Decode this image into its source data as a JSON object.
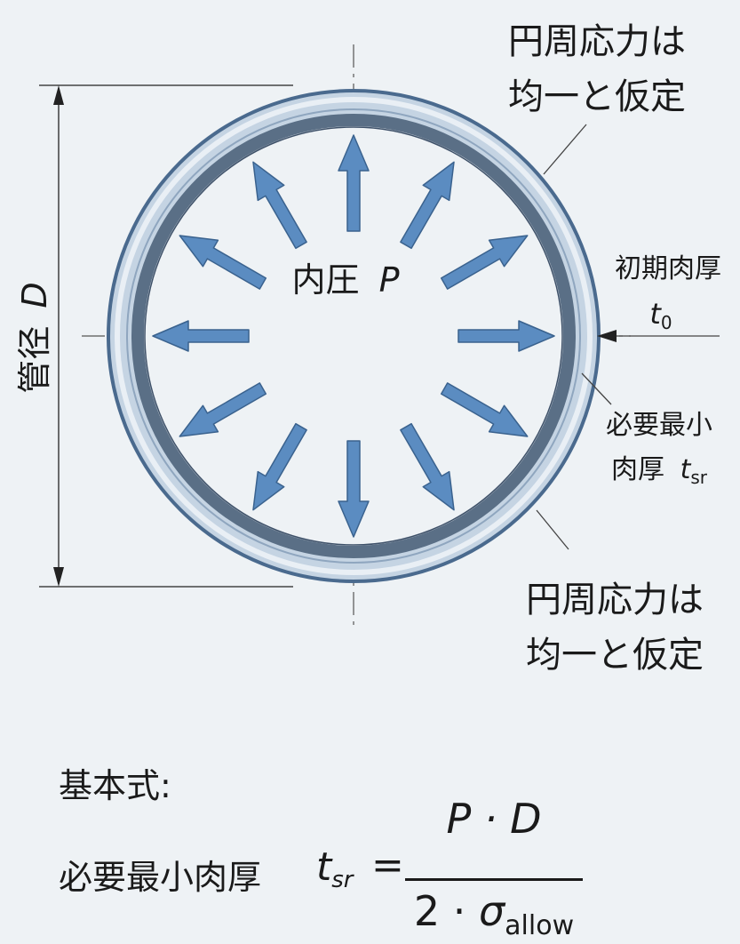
{
  "labels": {
    "hoop_stress_top": [
      "円周応力は",
      "均一と仮定"
    ],
    "hoop_stress_bottom": [
      "円周応力は",
      "均一と仮定"
    ],
    "internal_pressure": "内圧",
    "pressure_symbol": "P",
    "pipe_diameter": "管径",
    "diameter_symbol": "D",
    "initial_thickness": "初期肉厚",
    "initial_thickness_symbol": "t",
    "initial_thickness_sub": "0",
    "min_thickness_line1": "必要最小",
    "min_thickness_line2": "肉厚",
    "min_thickness_symbol": "t",
    "min_thickness_sub": "sr"
  },
  "formula": {
    "heading": "基本式:",
    "label": "必要最小肉厚",
    "lhs": "t",
    "lhs_sub": "sr",
    "equals": "=",
    "numerator": "P · D",
    "denominator_prefix": "2 · ",
    "sigma": "σ",
    "denominator_sub": "allow"
  },
  "colors": {
    "background": "#eef2f5",
    "outer_ring": "#c5d4e3",
    "ring_outline": "#4a6a8e",
    "inner_ring": "#5a6f86",
    "arrow_fill": "#5b8cc1",
    "arrow_stroke": "#3a628e",
    "line": "#333333"
  }
}
